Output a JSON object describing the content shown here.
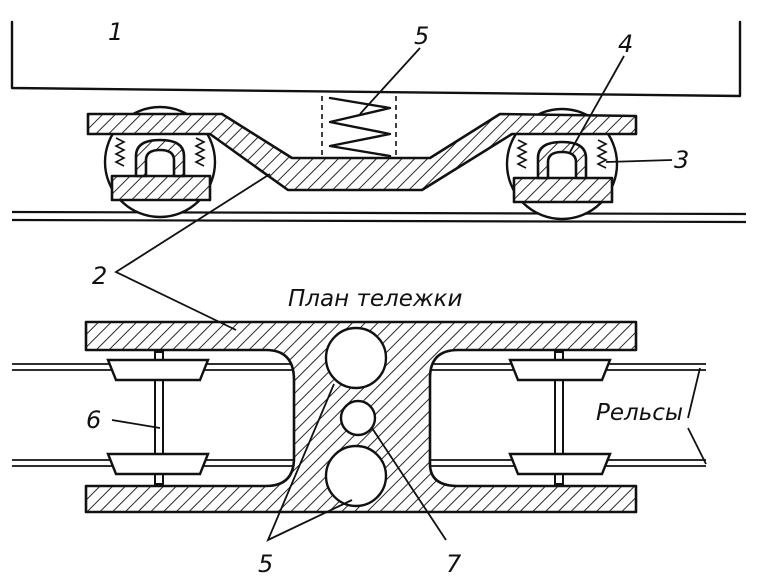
{
  "labels": {
    "car_body": "1",
    "frame": "2",
    "axlebox_spring": "3",
    "axlebox": "4",
    "center_spring": "5",
    "wheelset": "6",
    "pivot": "7",
    "plan_title": "План тележки",
    "rails": "Рельсы"
  },
  "colors": {
    "ink": "#111111",
    "background": "#ffffff"
  }
}
